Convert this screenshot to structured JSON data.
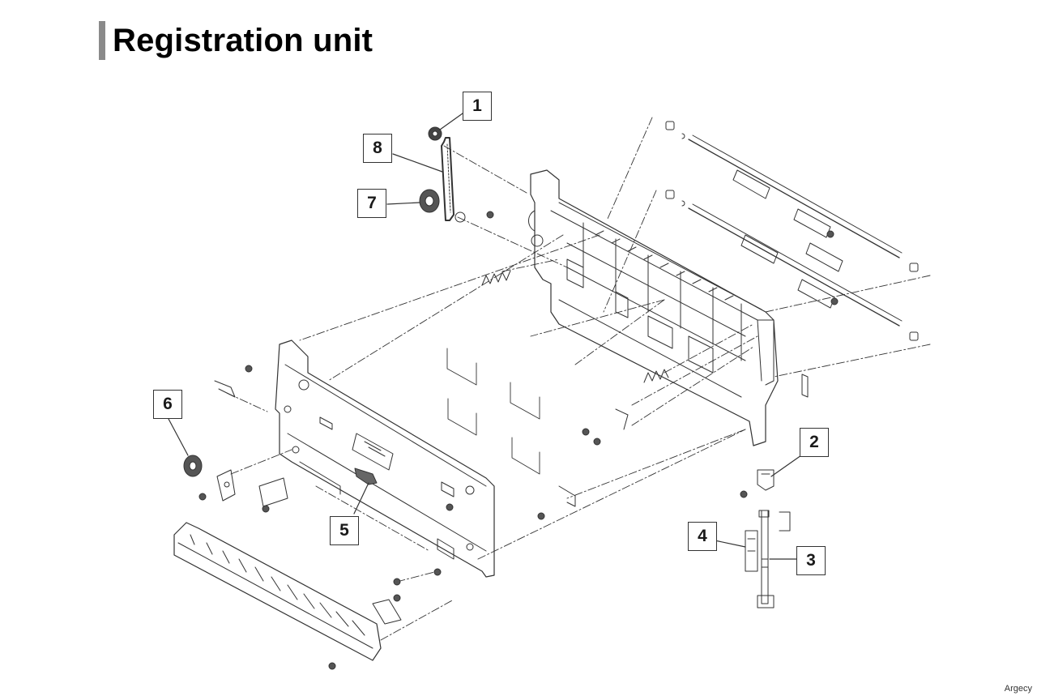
{
  "page": {
    "title": "Registration unit"
  },
  "callouts": [
    {
      "id": "callout-1",
      "label": "1"
    },
    {
      "id": "callout-2",
      "label": "2"
    },
    {
      "id": "callout-3",
      "label": "3"
    },
    {
      "id": "callout-4",
      "label": "4"
    },
    {
      "id": "callout-5",
      "label": "5"
    },
    {
      "id": "callout-6",
      "label": "6"
    },
    {
      "id": "callout-7",
      "label": "7"
    },
    {
      "id": "callout-8",
      "label": "8"
    }
  ],
  "watermark": "Argecy",
  "colors": {
    "line": "#333333",
    "title_bar": "#8a8a8a",
    "background": "#ffffff"
  }
}
